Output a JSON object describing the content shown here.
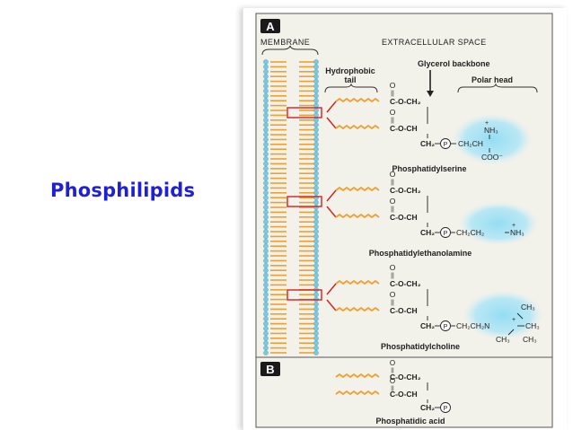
{
  "slide": {
    "title": "Phosphilipids"
  },
  "figure": {
    "panel_a": {
      "badge": "A",
      "membrane_label": "MEMBRANE",
      "extracellular_label": "EXTRACELLULAR SPACE",
      "hydrophobic_tail_label": [
        "Hydrophobic",
        "tail"
      ],
      "glycerol_backbone_label": "Glycerol backbone",
      "polar_head_label": "Polar head",
      "molecules": [
        {
          "name": "Phosphatidylserine"
        },
        {
          "name": "Phosphatidylethanolamine"
        },
        {
          "name": "Phosphatidylcholine"
        }
      ]
    },
    "panel_b": {
      "badge": "B",
      "molecules": [
        {
          "name": "Phosphatidic acid"
        }
      ]
    },
    "groups": {
      "ester_top": "C-O-CH₂",
      "ester_mid": "C-O-CH",
      "ch2": "CH₂",
      "phosphate_symbol": "P",
      "serine_head": {
        "nh3": "NH₃",
        "plus": "+",
        "ch2ch": "CH₂CH",
        "coo": "COO⁻"
      },
      "ethanolamine_head": {
        "chain": "CH₂CH₂",
        "nh3": "NH₃",
        "plus": "+"
      },
      "choline_head": {
        "chain": "CH₂CH₂N",
        "plus": "+",
        "ch3": "CH₃"
      },
      "carbonyl_o": "O",
      "double_bond": "||"
    },
    "colors": {
      "tail": "#f0a030",
      "head_bead": "#7cc8dc",
      "highlight_ring": "#d42020",
      "polar_glow": "#8fdcf4",
      "frame_fill": "#f2f1ea",
      "title": "#1f1fd6"
    }
  }
}
